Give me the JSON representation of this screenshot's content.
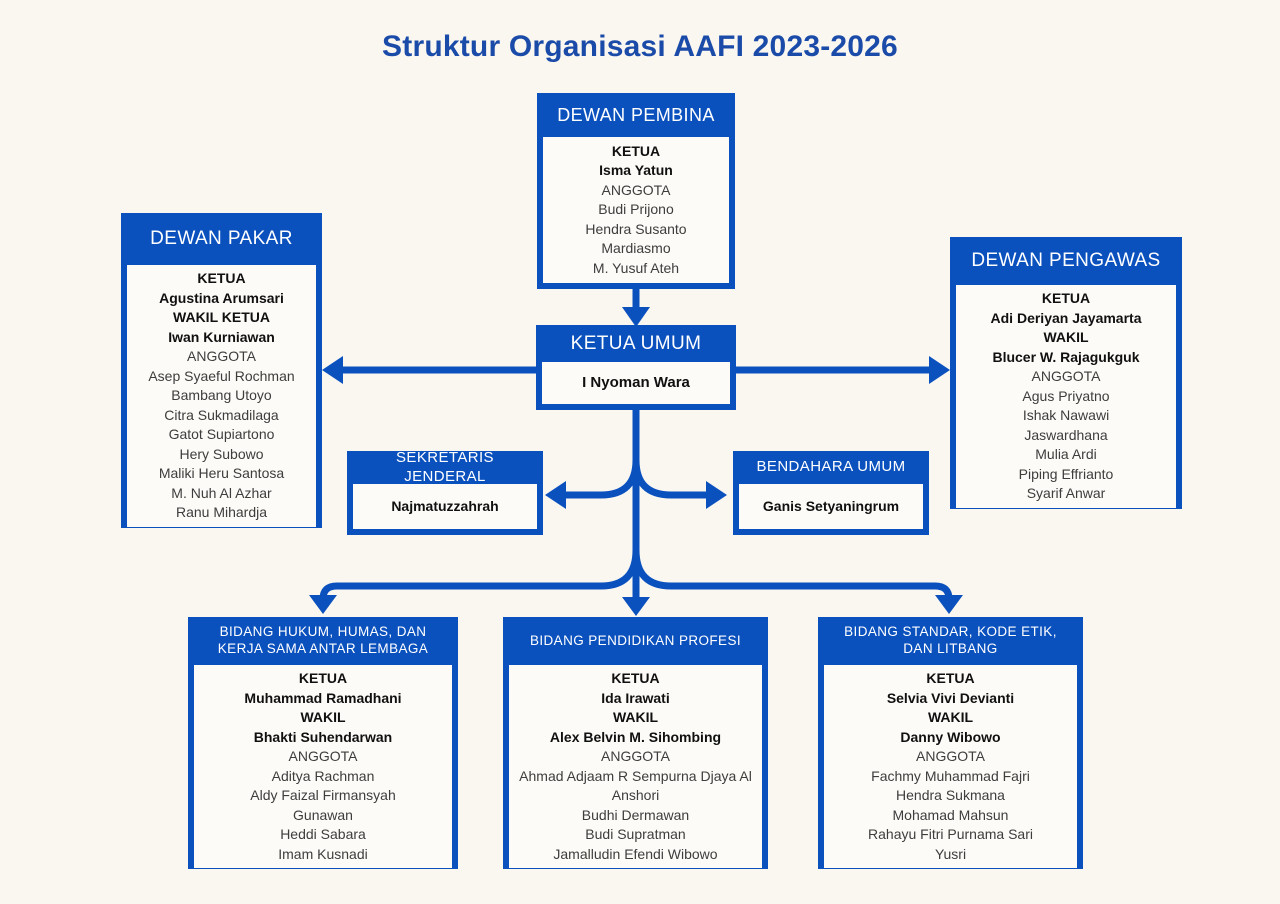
{
  "title": "Struktur Organisasi AAFI 2023-2026",
  "colors": {
    "box_blue": "#0B51BE",
    "title_blue": "#1B4BA8",
    "background": "#FAF7F1",
    "body_background": "#FDFBF7"
  },
  "pembina": {
    "header": "DEWAN PEMBINA",
    "role1": "KETUA",
    "name1": "Isma Yatun",
    "anggota": "ANGGOTA",
    "members": [
      "Budi Prijono",
      "Hendra Susanto",
      "Mardiasmo",
      "M. Yusuf Ateh"
    ]
  },
  "pakar": {
    "header": "DEWAN PAKAR",
    "role1": "KETUA",
    "name1": "Agustina Arumsari",
    "role2": "WAKIL KETUA",
    "name2": "Iwan Kurniawan",
    "anggota": "ANGGOTA",
    "members": [
      "Asep Syaeful Rochman",
      "Bambang Utoyo",
      "Citra Sukmadilaga",
      "Gatot Supiartono",
      "Hery Subowo",
      "Maliki Heru Santosa",
      "M. Nuh Al Azhar",
      "Ranu Mihardja"
    ]
  },
  "pengawas": {
    "header": "DEWAN PENGAWAS",
    "role1": "KETUA",
    "name1": "Adi Deriyan Jayamarta",
    "role2": "WAKIL",
    "name2": "Blucer W. Rajagukguk",
    "anggota": "ANGGOTA",
    "members": [
      "Agus Priyatno",
      "Ishak Nawawi",
      "Jaswardhana",
      "Mulia Ardi",
      "Piping Effrianto",
      "Syarif Anwar"
    ]
  },
  "ketua_umum": {
    "header": "KETUA UMUM",
    "name": "I Nyoman Wara"
  },
  "sekjen": {
    "header": "SEKRETARIS JENDERAL",
    "name": "Najmatuzzahrah"
  },
  "bendahara": {
    "header": "BENDAHARA UMUM",
    "name": "Ganis Setyaningrum"
  },
  "bidang_hukum": {
    "header": "BIDANG HUKUM, HUMAS, DAN KERJA SAMA ANTAR LEMBAGA",
    "role1": "KETUA",
    "name1": "Muhammad Ramadhani",
    "role2": "WAKIL",
    "name2": "Bhakti Suhendarwan",
    "anggota": "ANGGOTA",
    "members": [
      "Aditya Rachman",
      "Aldy Faizal Firmansyah",
      "Gunawan",
      "Heddi Sabara",
      "Imam Kusnadi"
    ]
  },
  "bidang_pendidikan": {
    "header": "BIDANG PENDIDIKAN PROFESI",
    "role1": "KETUA",
    "name1": "Ida Irawati",
    "role2": "WAKIL",
    "name2": "Alex Belvin M. Sihombing",
    "anggota": "ANGGOTA",
    "members": [
      "Ahmad Adjaam R Sempurna Djaya Al Anshori",
      "Budhi Dermawan",
      "Budi Supratman",
      "Jamalludin Efendi Wibowo"
    ]
  },
  "bidang_standar": {
    "header": "BIDANG STANDAR, KODE ETIK, DAN LITBANG",
    "role1": "KETUA",
    "name1": "Selvia Vivi Devianti",
    "role2": "WAKIL",
    "name2": "Danny Wibowo",
    "anggota": "ANGGOTA",
    "members": [
      "Fachmy Muhammad Fajri",
      "Hendra Sukmana",
      "Mohamad Mahsun",
      "Rahayu Fitri Purnama Sari",
      "Yusri"
    ]
  }
}
